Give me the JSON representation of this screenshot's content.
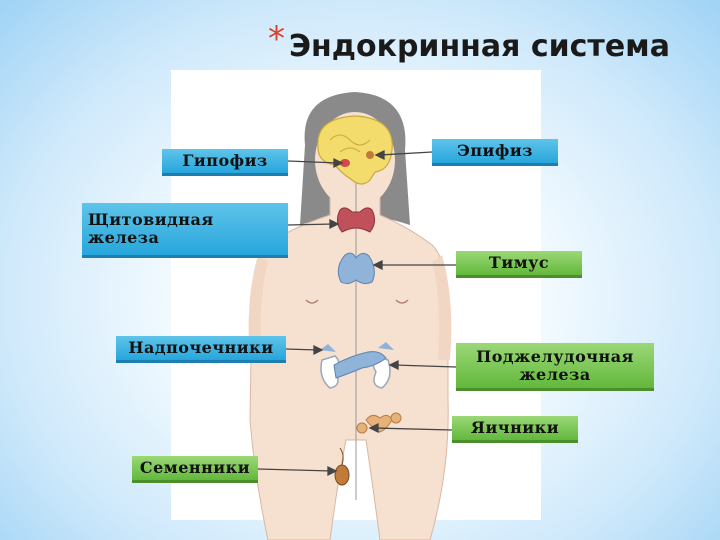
{
  "title": "Эндокринная система",
  "labels": {
    "hypophysis": "Гипофиз",
    "epiphysis": "Эпифиз",
    "thyroid": "Щитовидная железа",
    "thymus": "Тимус",
    "adrenals": "Надпочечники",
    "pancreas": "Поджелудочная железа",
    "ovaries": "Яичники",
    "testes": "Семенники"
  },
  "colors": {
    "accent_asterisk": "#d9412b",
    "label_blue": "#27a6dc",
    "label_green": "#63b83c",
    "brain": "#f3dc6b",
    "thyroid": "#c0505a",
    "thymus": "#8fb3d9",
    "skin": "#f6e0d0"
  }
}
